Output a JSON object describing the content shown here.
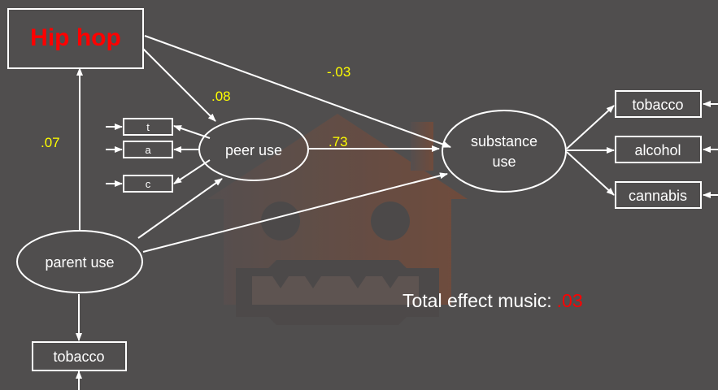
{
  "nodes": {
    "hip_hop": "Hip hop",
    "peer_use": "peer use",
    "substance_use_line1": "substance",
    "substance_use_line2": "use",
    "parent_use": "parent use",
    "indicator_t": "t",
    "indicator_a": "a",
    "indicator_c": "c",
    "outcome_tobacco": "tobacco",
    "outcome_alcohol": "alcohol",
    "outcome_cannabis": "cannabis",
    "parent_tobacco": "tobacco"
  },
  "coefficients": {
    "hiphop_to_substance": "-.03",
    "hiphop_to_peer": ".08",
    "parent_to_hiphop": ".07",
    "peer_to_substance": ".73"
  },
  "total_effect": {
    "label": "Total effect music:",
    "value": ".03"
  },
  "colors": {
    "background": "#504e4e",
    "coefficient": "#ffff00",
    "highlight": "#ff0000",
    "lines": "#ffffff",
    "watermark": "#7a4a35"
  },
  "watermark_icon": "house-with-razor-blade-icon"
}
